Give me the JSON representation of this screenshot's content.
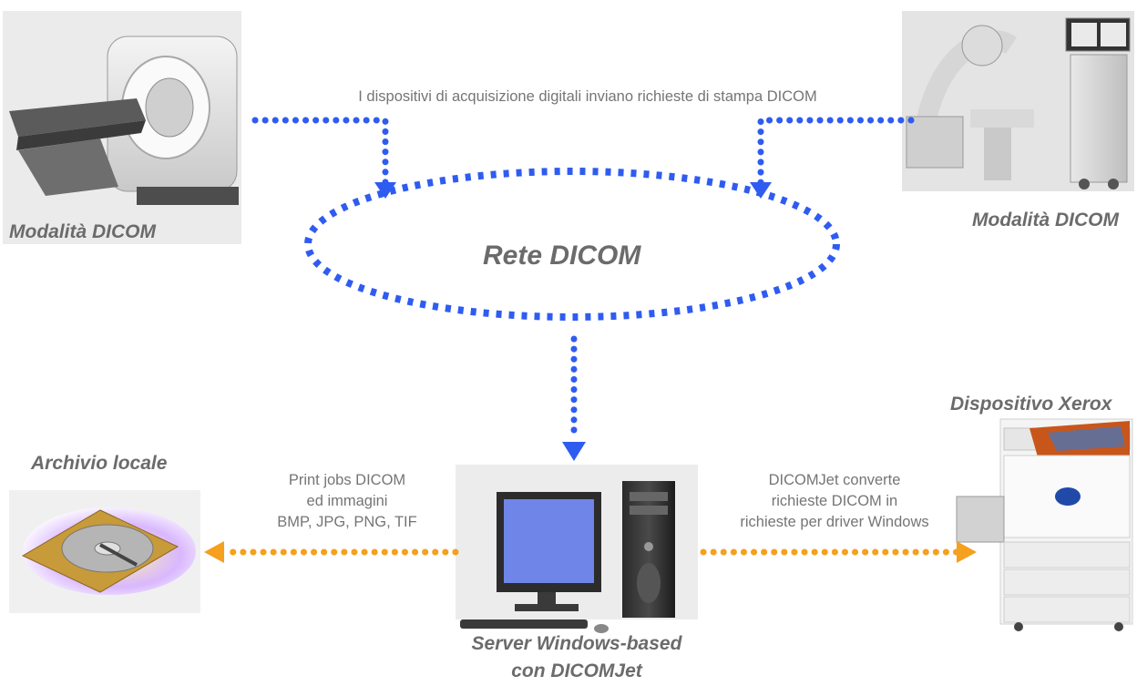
{
  "title_note": "I dispositivi di acquisizione digitali inviano richieste di stampa DICOM",
  "labels": {
    "modality_left": "Modalità DICOM",
    "modality_right": "Modalità DICOM",
    "network": "Rete DICOM",
    "xerox": "Dispositivo Xerox",
    "archive": "Archivio locale",
    "server_line1": "Server Windows-based",
    "server_line2": "con DICOMJet"
  },
  "notes": {
    "archive_flow": [
      "Print jobs DICOM",
      "ed immagini",
      "BMP, JPG, PNG, TIF"
    ],
    "printer_flow": [
      "DICOMJet converte",
      "richieste DICOM in",
      "richieste per driver Windows"
    ]
  },
  "colors": {
    "network_blue": "#2f5cf0",
    "output_orange": "#f5a01e",
    "label_gray": "#6b6b6b"
  }
}
